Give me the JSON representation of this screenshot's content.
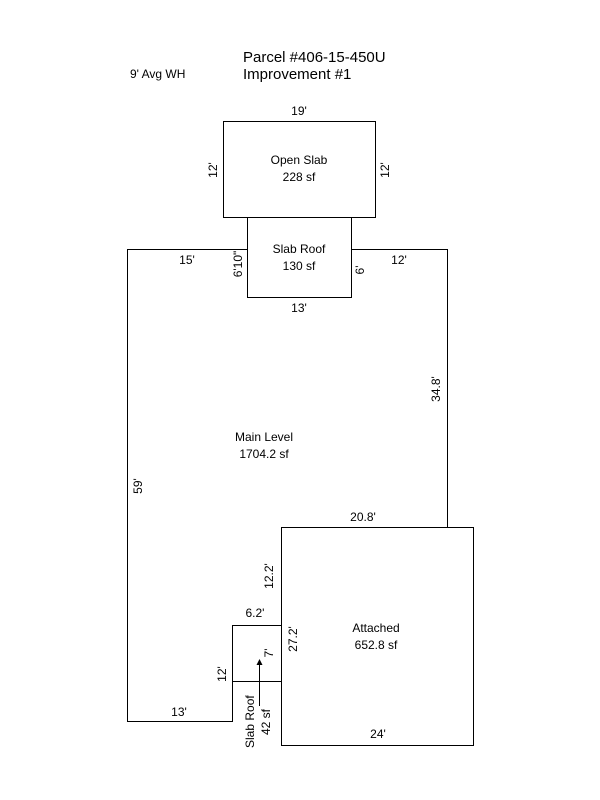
{
  "header": {
    "wall_height": "9' Avg WH",
    "parcel": "Parcel #406-15-450U",
    "improvement": "Improvement #1"
  },
  "areas": {
    "open_slab": {
      "name": "Open Slab",
      "area": "228 sf"
    },
    "slab_roof_top": {
      "name": "Slab Roof",
      "area": "130 sf"
    },
    "main_level": {
      "name": "Main Level",
      "area": "1704.2 sf"
    },
    "attached": {
      "name": "Attached",
      "area": "652.8 sf"
    },
    "slab_roof_small": {
      "name": "Slab Roof",
      "area": "42 sf"
    }
  },
  "dimensions": {
    "open_slab_top": "19'",
    "open_slab_left": "12'",
    "open_slab_right": "12'",
    "slab_roof_left": "6'10\"",
    "slab_roof_right": "6'",
    "slab_roof_bottom": "13'",
    "main_top_left": "15'",
    "main_top_right": "12'",
    "main_right": "34.8'",
    "main_left": "59'",
    "main_bottom": "13'",
    "attached_top": "20.8'",
    "attached_upper_left": "12.2'",
    "attached_left": "27.2'",
    "attached_bottom": "24'",
    "small_top": "6.2'",
    "small_left": "12'",
    "small_inner": "7'"
  }
}
